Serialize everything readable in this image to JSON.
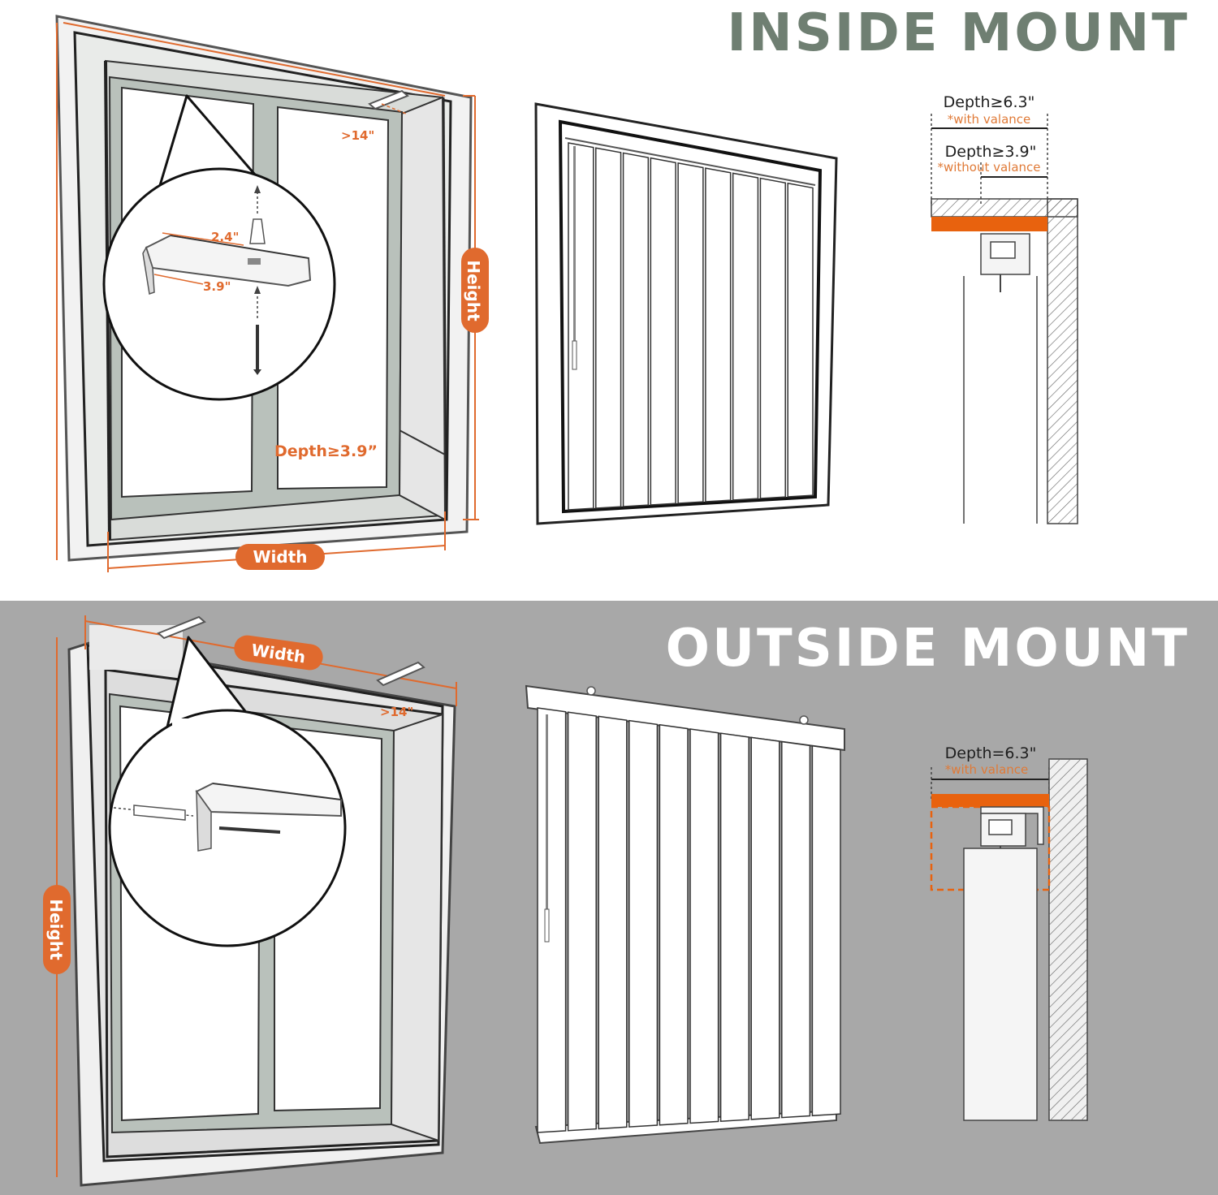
{
  "colors": {
    "heading_inside": "#6f7f72",
    "heading_outside": "#ffffff",
    "accent": "#e06a2e",
    "outside_background": "#a8a8a8"
  },
  "inside": {
    "heading": "INSIDE MOUNT",
    "bracket_gap": ">14\"",
    "bracket_length": "2.4\"",
    "bracket_depth": "3.9\"",
    "height_label": "Height",
    "width_label": "Width",
    "depth_label": "Depth≥3.9”",
    "section": {
      "depth_with": "Depth≥6.3\"",
      "with_note": "*with valance",
      "depth_without": "Depth≥3.9\"",
      "without_note": "*without valance"
    }
  },
  "outside": {
    "heading": "OUTSIDE MOUNT",
    "bracket_gap": ">14\"",
    "height_label": "Height",
    "width_label": "Width",
    "section": {
      "depth_with": "Depth=6.3\"",
      "with_note": "*with valance"
    }
  },
  "icons": [
    "anchor-icon",
    "screw-icon",
    "bracket-icon",
    "headrail-bracket-icon"
  ]
}
